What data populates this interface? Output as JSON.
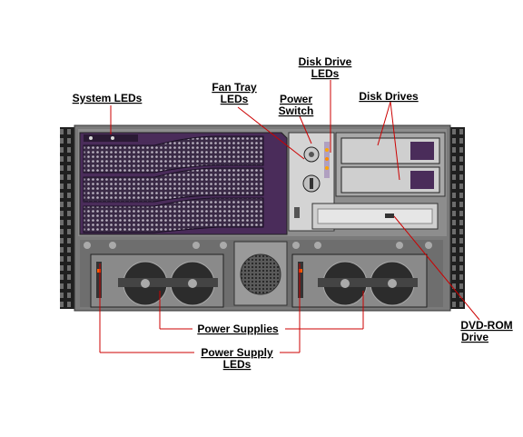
{
  "labels": {
    "system_leds": "System LEDs",
    "fan_tray_leds_1": "Fan Tray",
    "fan_tray_leds_2": "LEDs",
    "power_switch_1": "Power",
    "power_switch_2": "Switch",
    "disk_drive_leds_1": "Disk Drive",
    "disk_drive_leds_2": "LEDs",
    "disk_drives": "Disk Drives",
    "power_supplies": "Power Supplies",
    "power_supply_leds_1": "Power Supply",
    "power_supply_leds_2": "LEDs",
    "dvd_rom_1": "DVD-ROM",
    "dvd_rom_2": "Drive"
  },
  "colors": {
    "chassis": "#7a7a7a",
    "front_panel": "#4a2c5a",
    "led_line": "#cc0000"
  }
}
